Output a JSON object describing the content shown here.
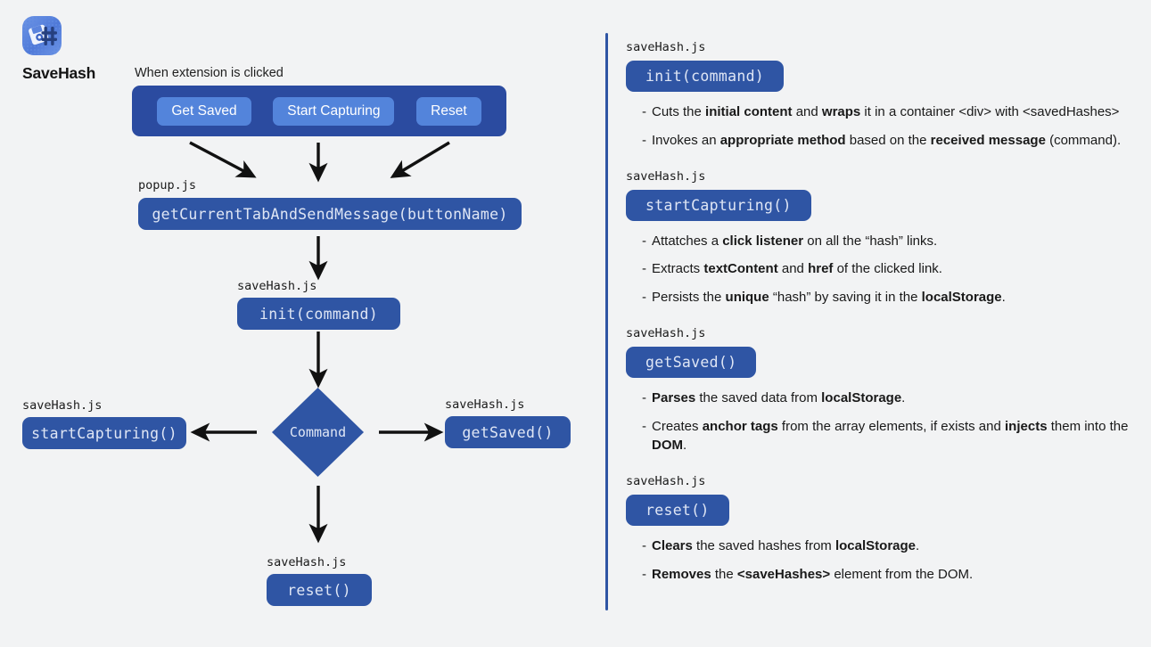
{
  "app": {
    "name": "SaveHash",
    "icon": "save-hash-icon",
    "accent": "#2f55a4",
    "accent_dark": "#2b4ba0",
    "accent_light": "#5384db",
    "background": "#f2f3f4"
  },
  "flow": {
    "trigger_caption": "When extension is clicked",
    "popup_buttons": [
      {
        "label": "Get Saved"
      },
      {
        "label": "Start Capturing"
      },
      {
        "label": "Reset"
      }
    ],
    "nodes": [
      {
        "file": "popup.js",
        "label": "getCurrentTabAndSendMessage(buttonName)"
      },
      {
        "file": "saveHash.js",
        "label": "init(command)"
      },
      {
        "file": "saveHash.js",
        "label": "startCapturing()"
      },
      {
        "file": "saveHash.js",
        "label": "getSaved()"
      },
      {
        "file": "saveHash.js",
        "label": "reset()"
      }
    ],
    "decision": {
      "label": "Command"
    }
  },
  "panel": {
    "sections": [
      {
        "file": "saveHash.js",
        "method": "init(command)",
        "bullets": [
          [
            {
              "t": "Cuts the "
            },
            {
              "t": "initial content",
              "b": true
            },
            {
              "t": " and "
            },
            {
              "t": "wraps",
              "b": true
            },
            {
              "t": " it in a container <div> with <savedHashes>"
            }
          ],
          [
            {
              "t": "Invokes an "
            },
            {
              "t": "appropriate method",
              "b": true
            },
            {
              "t": " based on the "
            },
            {
              "t": "received message",
              "b": true
            },
            {
              "t": " (command)."
            }
          ]
        ]
      },
      {
        "file": "saveHash.js",
        "method": "startCapturing()",
        "bullets": [
          [
            {
              "t": "Attatches a "
            },
            {
              "t": "click listener",
              "b": true
            },
            {
              "t": " on all the “hash” links."
            }
          ],
          [
            {
              "t": "Extracts "
            },
            {
              "t": "textContent",
              "b": true
            },
            {
              "t": " and "
            },
            {
              "t": "href",
              "b": true
            },
            {
              "t": " of the clicked link."
            }
          ],
          [
            {
              "t": "Persists the "
            },
            {
              "t": "unique",
              "b": true
            },
            {
              "t": " “hash” by saving it in the "
            },
            {
              "t": "localStorage",
              "b": true
            },
            {
              "t": "."
            }
          ]
        ]
      },
      {
        "file": "saveHash.js",
        "method": "getSaved()",
        "bullets": [
          [
            {
              "t": "Parses",
              "b": true
            },
            {
              "t": " the saved data from "
            },
            {
              "t": "localStorage",
              "b": true
            },
            {
              "t": "."
            }
          ],
          [
            {
              "t": "Creates "
            },
            {
              "t": "anchor tags",
              "b": true
            },
            {
              "t": " from the array elements, if exists and "
            },
            {
              "t": "injects",
              "b": true
            },
            {
              "t": " them into the "
            },
            {
              "t": "DOM",
              "b": true
            },
            {
              "t": "."
            }
          ]
        ]
      },
      {
        "file": "saveHash.js",
        "method": "reset()",
        "bullets": [
          [
            {
              "t": "Clears",
              "b": true
            },
            {
              "t": " the saved hashes from "
            },
            {
              "t": "localStorage",
              "b": true
            },
            {
              "t": "."
            }
          ],
          [
            {
              "t": "Removes",
              "b": true
            },
            {
              "t": " the "
            },
            {
              "t": "<saveHashes>",
              "b": true
            },
            {
              "t": " element from the DOM."
            }
          ]
        ]
      }
    ]
  }
}
